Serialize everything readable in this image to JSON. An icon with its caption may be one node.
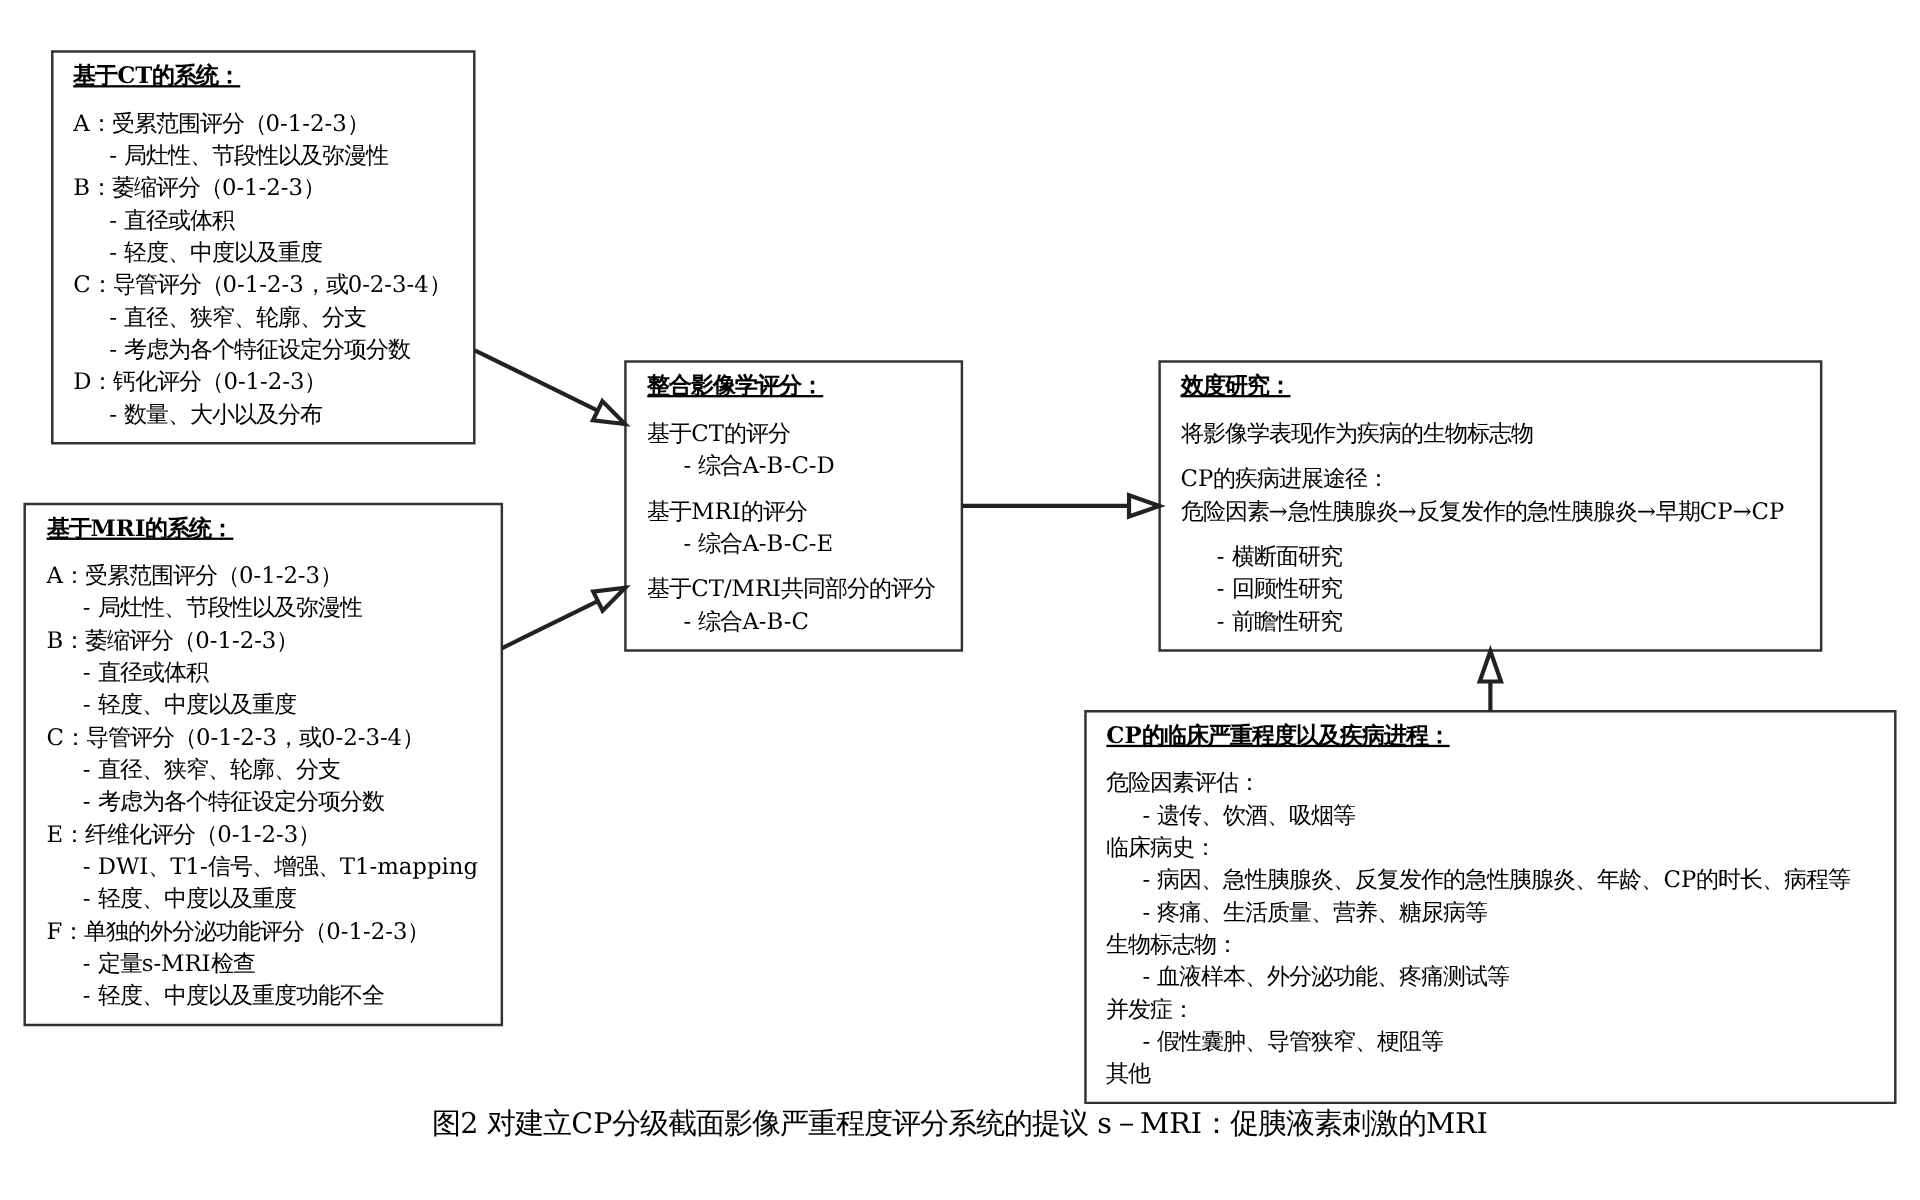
{
  "diagram": {
    "caption": "图2 对建立CP分级截面影像严重程度评分系统的提议 s－MRI：促胰液素刺激的MRI",
    "nodes": [
      {
        "text": [
          "基于CT的系统：",
          "A：受累范围评分（0-1-2-3）",
          "- 局灶性、节段性以及弥漫性",
          "B：萎缩评分（0-1-2-3）",
          "- 直径或体积",
          "- 轻度、中度以及重度",
          "C：导管评分（0-1-2-3，或0-2-3-4）",
          "- 直径、狭窄、轮廓、分支",
          "- 考虑为各个特征设定分项分数",
          "D：钙化评分（0-1-2-3）",
          "- 数量、大小以及分布"
        ]
      },
      {
        "text": [
          "基于MRI的系统：",
          "A：受累范围评分（0-1-2-3）",
          "- 局灶性、节段性以及弥漫性",
          "B：萎缩评分（0-1-2-3）",
          "- 直径或体积",
          "- 轻度、中度以及重度",
          "C：导管评分（0-1-2-3，或0-2-3-4）",
          "- 直径、狭窄、轮廓、分支",
          "- 考虑为各个特征设定分项分数",
          "E：纤维化评分（0-1-2-3）",
          "- DWI、T1-信号、增强、T1-mapping",
          "- 轻度、中度以及重度",
          "F：单独的外分泌功能评分（0-1-2-3）",
          "- 定量s-MRI检查",
          "- 轻度、中度以及重度功能不全"
        ]
      },
      {
        "text": [
          "整合影像学评分：",
          "基于CT的评分",
          "- 综合A-B-C-D",
          "基于MRI的评分",
          "- 综合A-B-C-E",
          "基于CT/MRI共同部分的评分",
          "- 综合A-B-C"
        ]
      },
      {
        "text": [
          "效度研究：",
          "将影像学表现作为疾病的生物标志物",
          "CP的疾病进展途径：",
          "危险因素→急性胰腺炎→反复发作的急性胰腺炎→早期CP→CP",
          "- 横断面研究",
          "- 回顾性研究",
          "- 前瞻性研究"
        ]
      },
      {
        "text": [
          "CP的临床严重程度以及疾病进程：",
          "危险因素评估：",
          "- 遗传、饮酒、吸烟等",
          "临床病史：",
          "- 病因、急性胰腺炎、反复发作的急性胰腺炎、年龄、CP的时长、病程等",
          "- 疼痛、生活质量、营养、糖尿病等",
          "生物标志物：",
          "- 血液样本、外分泌功能、疼痛测试等",
          "并发症：",
          "- 假性囊肿、导管狭窄、梗阻等",
          "其他"
        ]
      }
    ],
    "edges": [
      {
        "from": 0,
        "to": 2,
        "arrow": "to"
      },
      {
        "from": 1,
        "to": 2,
        "arrow": "to"
      },
      {
        "from": 2,
        "to": 3,
        "arrow": "to"
      },
      {
        "from": 4,
        "to": 3,
        "arrow": "to"
      }
    ]
  }
}
